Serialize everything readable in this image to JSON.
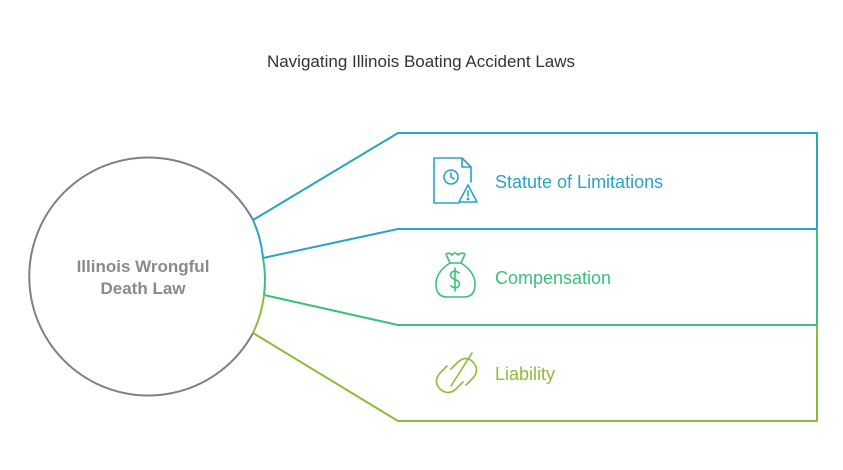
{
  "diagram": {
    "title": "Navigating Illinois Boating Accident Laws",
    "center": {
      "line1": "Illinois Wrongful",
      "line2": "Death Law"
    },
    "items": [
      {
        "label": "Statute of Limitations",
        "icon": "document-clock-warning-icon",
        "color": "#2aa3c8"
      },
      {
        "label": "Compensation",
        "icon": "money-bag-icon",
        "color": "#3cbf7a"
      },
      {
        "label": "Liability",
        "icon": "broken-link-icon",
        "color": "#8cbd3a"
      }
    ]
  }
}
